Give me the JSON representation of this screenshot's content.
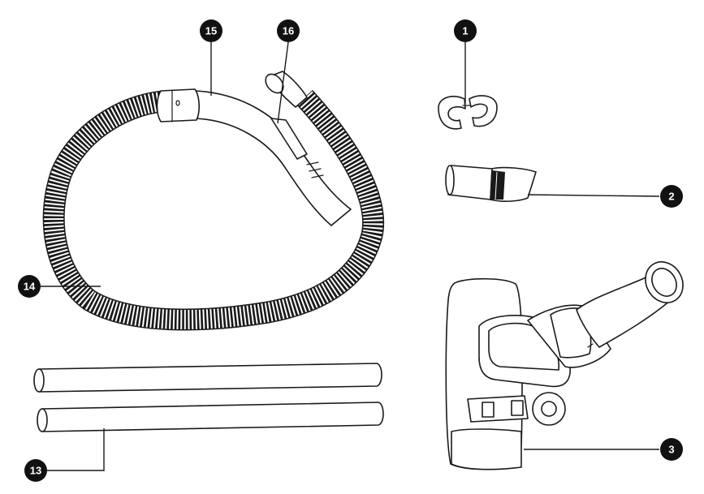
{
  "callouts": [
    {
      "key": "c1",
      "label": "1"
    },
    {
      "key": "c2",
      "label": "2"
    },
    {
      "key": "c3",
      "label": "3"
    },
    {
      "key": "c13",
      "label": "13"
    },
    {
      "key": "c14",
      "label": "14"
    },
    {
      "key": "c15",
      "label": "15"
    },
    {
      "key": "c16",
      "label": "16"
    }
  ],
  "parts": [
    "hose-clip",
    "crevice-tool",
    "floor-brush",
    "extension-tubes",
    "flexible-hose",
    "hose-handle",
    "airflow-slider"
  ],
  "colors": {
    "line": "#1a1a1a",
    "callout_fill": "#111111",
    "callout_text": "#ffffff",
    "background": "#ffffff"
  }
}
